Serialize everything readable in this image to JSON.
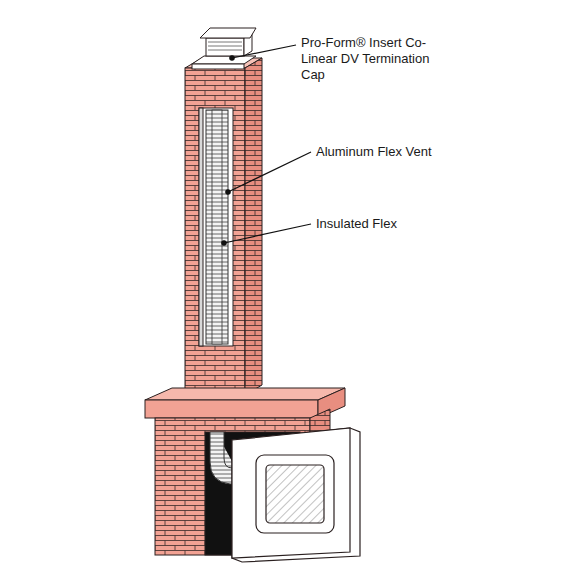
{
  "diagram": {
    "labels": [
      "Pro-Form® Insert Co-Linear DV Termination Cap",
      "Aluminum Flex Vent",
      "Insulated Flex"
    ]
  }
}
